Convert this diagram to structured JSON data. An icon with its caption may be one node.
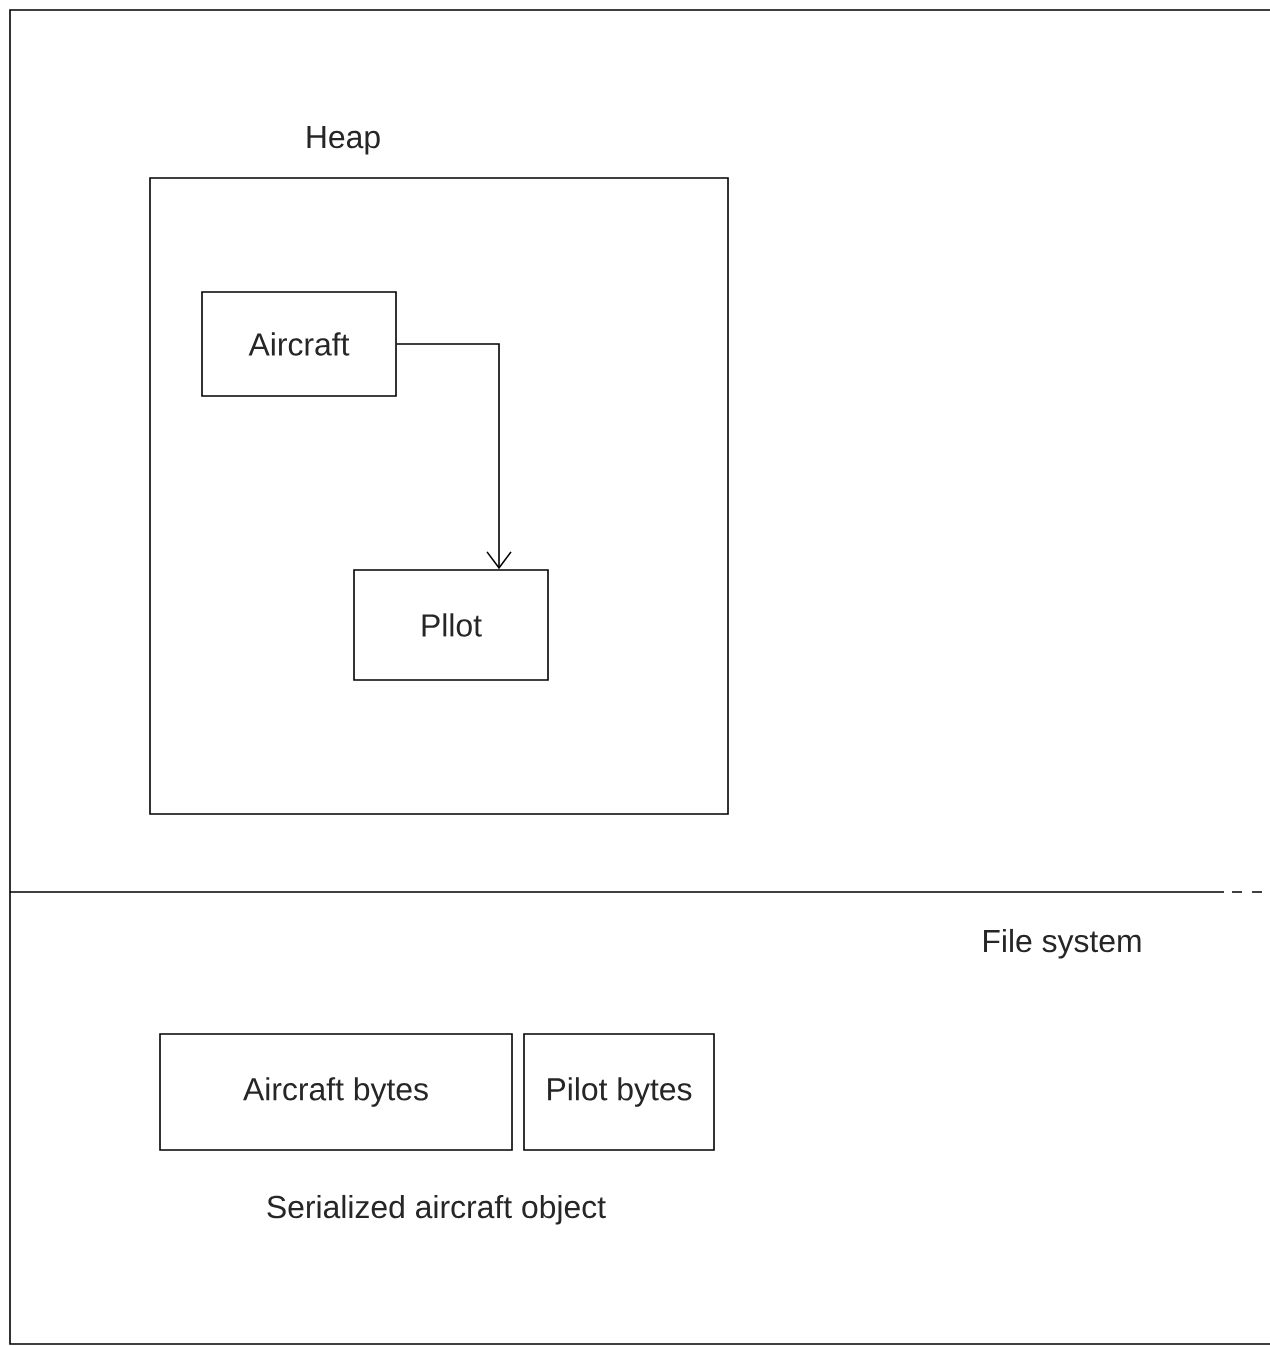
{
  "diagram": {
    "nodes": [
      {
        "text": [
          "Heap"
        ]
      },
      {
        "text": [
          "Aircraft"
        ],
        "in": 0
      },
      {
        "text": [
          "Pllot"
        ],
        "in": 0
      },
      {
        "text": [
          "Aircraft bytes"
        ]
      },
      {
        "text": [
          "Pilot bytes"
        ]
      }
    ],
    "edges": [
      {
        "from": 1,
        "to": 2,
        "arrow": "to"
      }
    ],
    "labels": [
      "File system",
      "Serialized aircraft object"
    ]
  }
}
